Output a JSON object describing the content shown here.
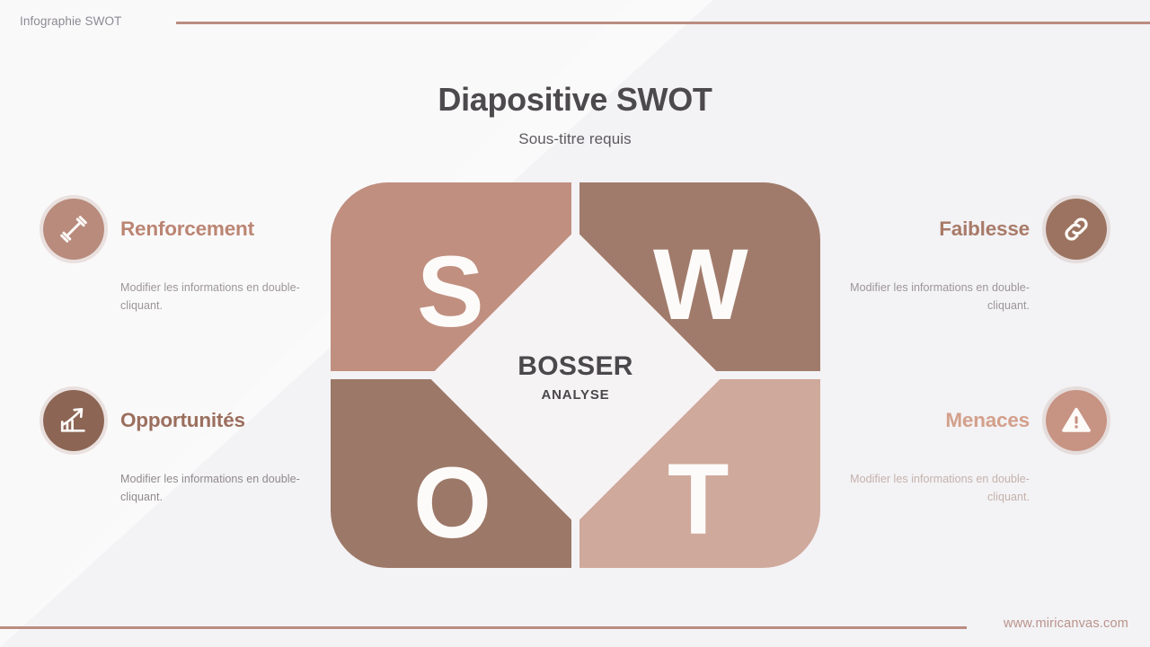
{
  "header": {
    "label": "Infographie SWOT"
  },
  "footer": {
    "url": "www.miricanvas.com"
  },
  "titles": {
    "main": "Diapositive SWOT",
    "sub": "Sous-titre requis"
  },
  "center": {
    "main": "BOSSER",
    "sub": "ANALYSE"
  },
  "quadrants": [
    {
      "key": "strengths",
      "letter": "S",
      "color": "#c08f80"
    },
    {
      "key": "weaknesses",
      "letter": "W",
      "color": "#a07b6b"
    },
    {
      "key": "opportunities",
      "letter": "O",
      "color": "#9c7868"
    },
    {
      "key": "threats",
      "letter": "T",
      "color": "#cfa99c"
    }
  ],
  "items": [
    {
      "key": "renforcement",
      "title": "Renforcement",
      "body": "Modifier les informations en double-cliquant.",
      "icon": "dumbbell-icon",
      "title_color": "#bb8573",
      "body_color": "#9b9699",
      "badge_color": "#b88b7c"
    },
    {
      "key": "faiblesse",
      "title": "Faiblesse",
      "body": "Modifier les informations en double-cliquant.",
      "icon": "link-icon",
      "title_color": "#a87a68",
      "body_color": "#9b9699",
      "badge_color": "#9c7361"
    },
    {
      "key": "opportunites",
      "title": "Opportunités",
      "body": "Modifier les informations en double-cliquant.",
      "icon": "growth-chart-icon",
      "title_color": "#9b6f5e",
      "body_color": "#8f8a8d",
      "badge_color": "#8c6554"
    },
    {
      "key": "menaces",
      "title": "Menaces",
      "body": "Modifier les informations en double-cliquant.",
      "icon": "warning-triangle-icon",
      "title_color": "#d3a08b",
      "body_color": "#c4b2ac",
      "badge_color": "#c79383"
    }
  ],
  "theme": {
    "accent_line": "#b98d80",
    "background": "#fbfafb",
    "diamond_fill": "#f6f3f5",
    "letter_color": "#fdfbf9",
    "title_color": "#4d4a4d"
  }
}
